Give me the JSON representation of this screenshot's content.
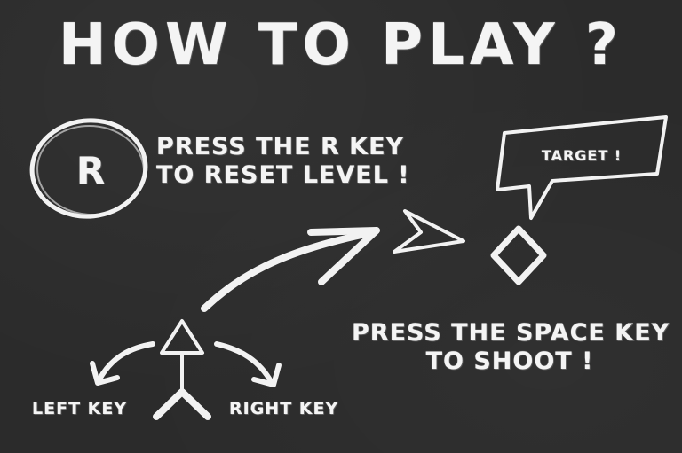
{
  "title": "HOW TO PLAY ?",
  "reset": {
    "key": "R",
    "line1": "PRESS THE R KEY",
    "line2": "TO RESET LEVEL !"
  },
  "target": {
    "label": "TARGET !"
  },
  "shoot": {
    "line1": "PRESS THE SPACE KEY",
    "line2": "TO SHOOT !"
  },
  "controls": {
    "left_label": "LEFT KEY",
    "right_label": "RIGHT KEY"
  },
  "colors": {
    "board": "#2b2b2b",
    "chalk": "#f2f2f2"
  }
}
